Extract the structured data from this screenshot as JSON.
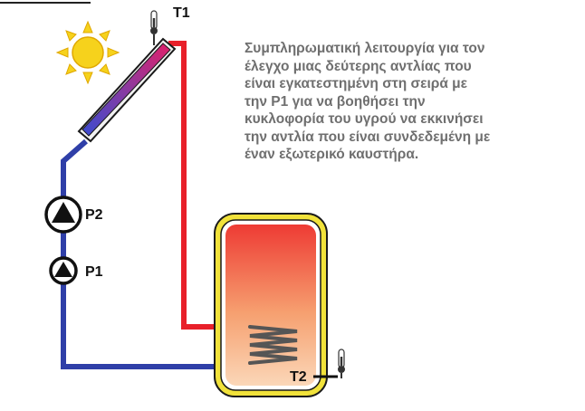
{
  "labels": {
    "t1": "T1",
    "t2": "T2",
    "p1": "P1",
    "p2": "P2"
  },
  "description": "Συμπληρωματική λειτουργία για τον\nέλεγχο μιας δεύτερης αντλίας που\nείναι εγκατεστημένη στη σειρά με\nτην P1 για να βοηθήσει την\nκυκλοφορία του υγρού να εκκινήσει\nτην αντλία που είναι συνδεδεμένη με\nέναν εξωτερικό καυστήρα.",
  "icons": {
    "sun": "sun-icon",
    "collector": "solar-collector-icon",
    "tank": "storage-tank-icon",
    "pump": "pump-icon",
    "sensor": "thermometer-icon"
  },
  "colors": {
    "hot_pipe": "#e8202a",
    "cold_pipe": "#2f3fa8",
    "tank_border": "#f1e23a",
    "sun": "#f6d21c"
  }
}
